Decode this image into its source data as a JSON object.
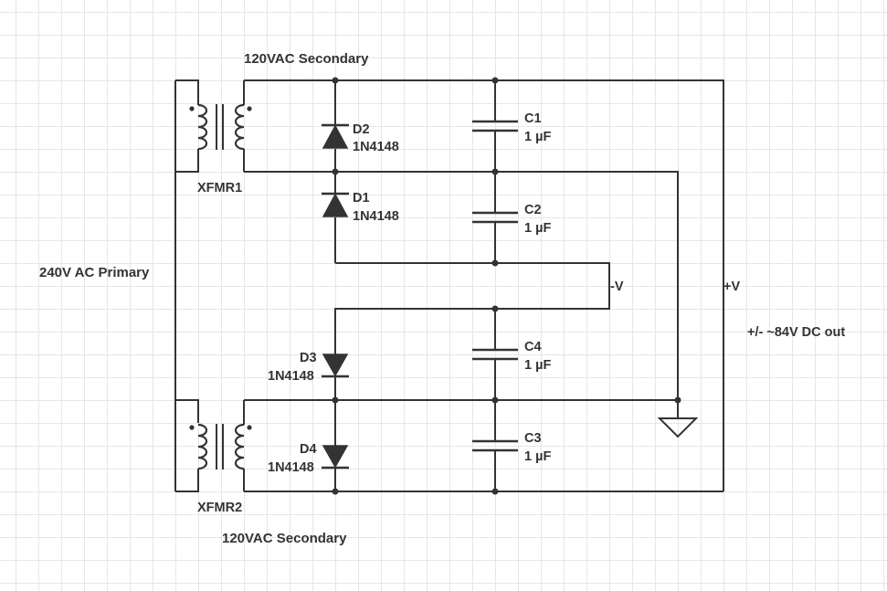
{
  "labels": {
    "top_secondary": "120VAC Secondary",
    "bottom_secondary": "120VAC Secondary",
    "primary": "240V AC Primary",
    "xfmr1": "XFMR1",
    "xfmr2": "XFMR2",
    "neg_v": "-V",
    "pos_v": "+V",
    "dc_out": "+/- ~84V DC out"
  },
  "diodes": [
    {
      "ref": "D2",
      "part": "1N4148"
    },
    {
      "ref": "D1",
      "part": "1N4148"
    },
    {
      "ref": "D3",
      "part": "1N4148"
    },
    {
      "ref": "D4",
      "part": "1N4148"
    }
  ],
  "capacitors": [
    {
      "ref": "C1",
      "value": "1 µF"
    },
    {
      "ref": "C2",
      "value": "1 µF"
    },
    {
      "ref": "C4",
      "value": "1 µF"
    },
    {
      "ref": "C3",
      "value": "1 µF"
    }
  ],
  "colors": {
    "line": "#333333",
    "grid": "#e6e6e6"
  }
}
